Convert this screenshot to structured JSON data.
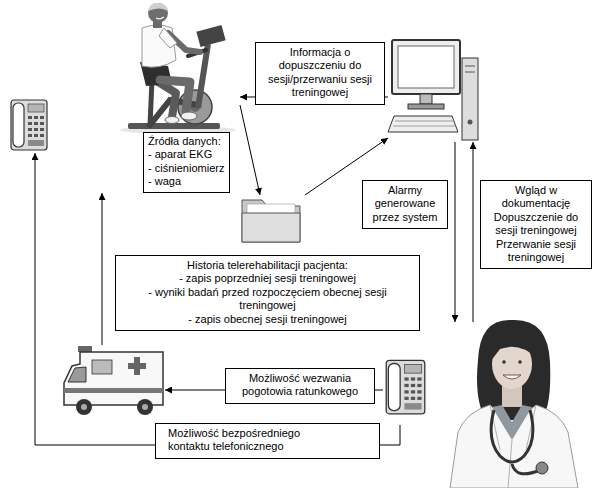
{
  "diagram": {
    "nodes": [
      {
        "text": [
          "Źródła danych: - aparat EKG - ciśnieniomierz - waga"
        ]
      },
      {
        "text": []
      },
      {
        "text": []
      },
      {
        "text": [
          "Historia telerehabilitacji pacjenta: - zapis poprzedniej sesji treningowej - wyniki badań przed rozpoczęciem obecnej sesji treningowej - zapis obecnej sesji treningowej"
        ]
      },
      {
        "text": []
      },
      {
        "text": []
      },
      {
        "text": []
      }
    ],
    "edges": [
      {
        "from": 2,
        "to": 0,
        "arrow": "to",
        "label": "Informacja o dopuszczeniu do sesji/przerwaniu sesji treningowej"
      },
      {
        "from": 0,
        "to": 3,
        "arrow": "to"
      },
      {
        "from": 3,
        "to": 2,
        "arrow": "to"
      },
      {
        "from": 2,
        "to": 6,
        "arrow": "to",
        "label": "Alarmy generowane przez system"
      },
      {
        "from": 6,
        "to": 2,
        "arrow": "to",
        "label": "Wgląd w dokumentację Dopuszczenie do sesji treningowej Przerwanie sesji treningowej"
      },
      {
        "from": 5,
        "to": 4,
        "arrow": "to",
        "label": "Możliwość wezwania pogotowia ratunkowego"
      },
      {
        "from": 4,
        "to": 0,
        "arrow": "to"
      },
      {
        "from": 5,
        "to": 1,
        "arrow": "to",
        "label": "Możliwość bezpośredniego kontaktu telefonicznego"
      }
    ]
  }
}
